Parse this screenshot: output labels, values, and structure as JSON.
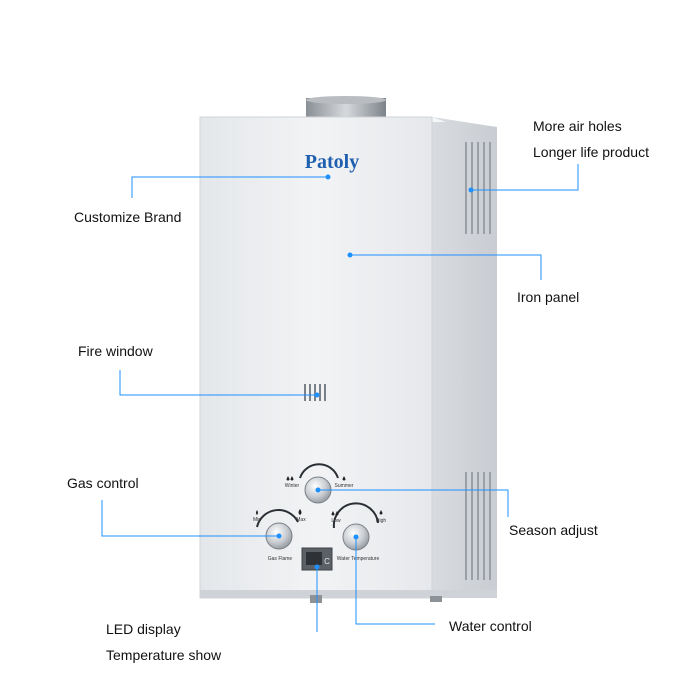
{
  "brand": "Patoly",
  "callouts": {
    "air_holes": "More air holes",
    "longer_life": "Longer life product",
    "customize_brand": "Customize Brand",
    "iron_panel": "Iron panel",
    "fire_window": "Fire window",
    "gas_control": "Gas control",
    "season_adjust": "Season adjust",
    "led_display": "LED display",
    "temperature_show": "Temperature show",
    "water_control": "Water control"
  },
  "knobs": {
    "season": {
      "left": "Winter",
      "right": "Summer"
    },
    "gas": {
      "left": "Min",
      "right": "Max",
      "caption": "Gas Flame"
    },
    "water": {
      "left": "Low",
      "right": "High",
      "caption": "Water Temperature"
    }
  },
  "display": {
    "unit": "C"
  },
  "colors": {
    "callout_line": "#1e90ff",
    "panel": "#eceef0",
    "side": "#dcdfe3"
  }
}
